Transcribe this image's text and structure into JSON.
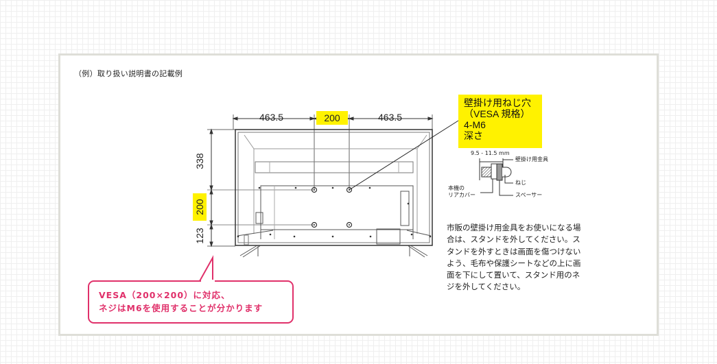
{
  "example_title": "（例）取り扱い説明書の記載例",
  "dimensions": {
    "horizontal": [
      {
        "label": "463.5",
        "highlight": false
      },
      {
        "label": "200",
        "highlight": true
      },
      {
        "label": "463.5",
        "highlight": false
      }
    ],
    "vertical": [
      {
        "label": "338",
        "highlight": false
      },
      {
        "label": "200",
        "highlight": true
      },
      {
        "label": "123",
        "highlight": false
      }
    ]
  },
  "vesa_label": {
    "line1": "壁掛け用ねじ穴",
    "line2": "（VESA 規格）",
    "line3": "4-M6",
    "line4": "深さ"
  },
  "screw_detail": {
    "depth": "9.5 - 11.5 mm",
    "bracket": "壁掛け用金具",
    "rear_cover_line1": "本機の",
    "rear_cover_line2": "リアカバー",
    "screw": "ねじ",
    "spacer": "スペーサー"
  },
  "notes": "市販の壁掛け用金具をお使いになる場合は、スタンドを外してください。スタンドを外すときは画面を傷つけないよう、毛布や保護シートなどの上に画面を下にして置いて、スタンド用のネジを外してください。",
  "callout": {
    "line1": "VESA（200×200）に対応、",
    "line2": "ネジはM6を使用することが分かります"
  },
  "colors": {
    "highlight": "#fff200",
    "callout": "#e0306a",
    "grid": "#efefef",
    "panel_border": "#deded8"
  }
}
